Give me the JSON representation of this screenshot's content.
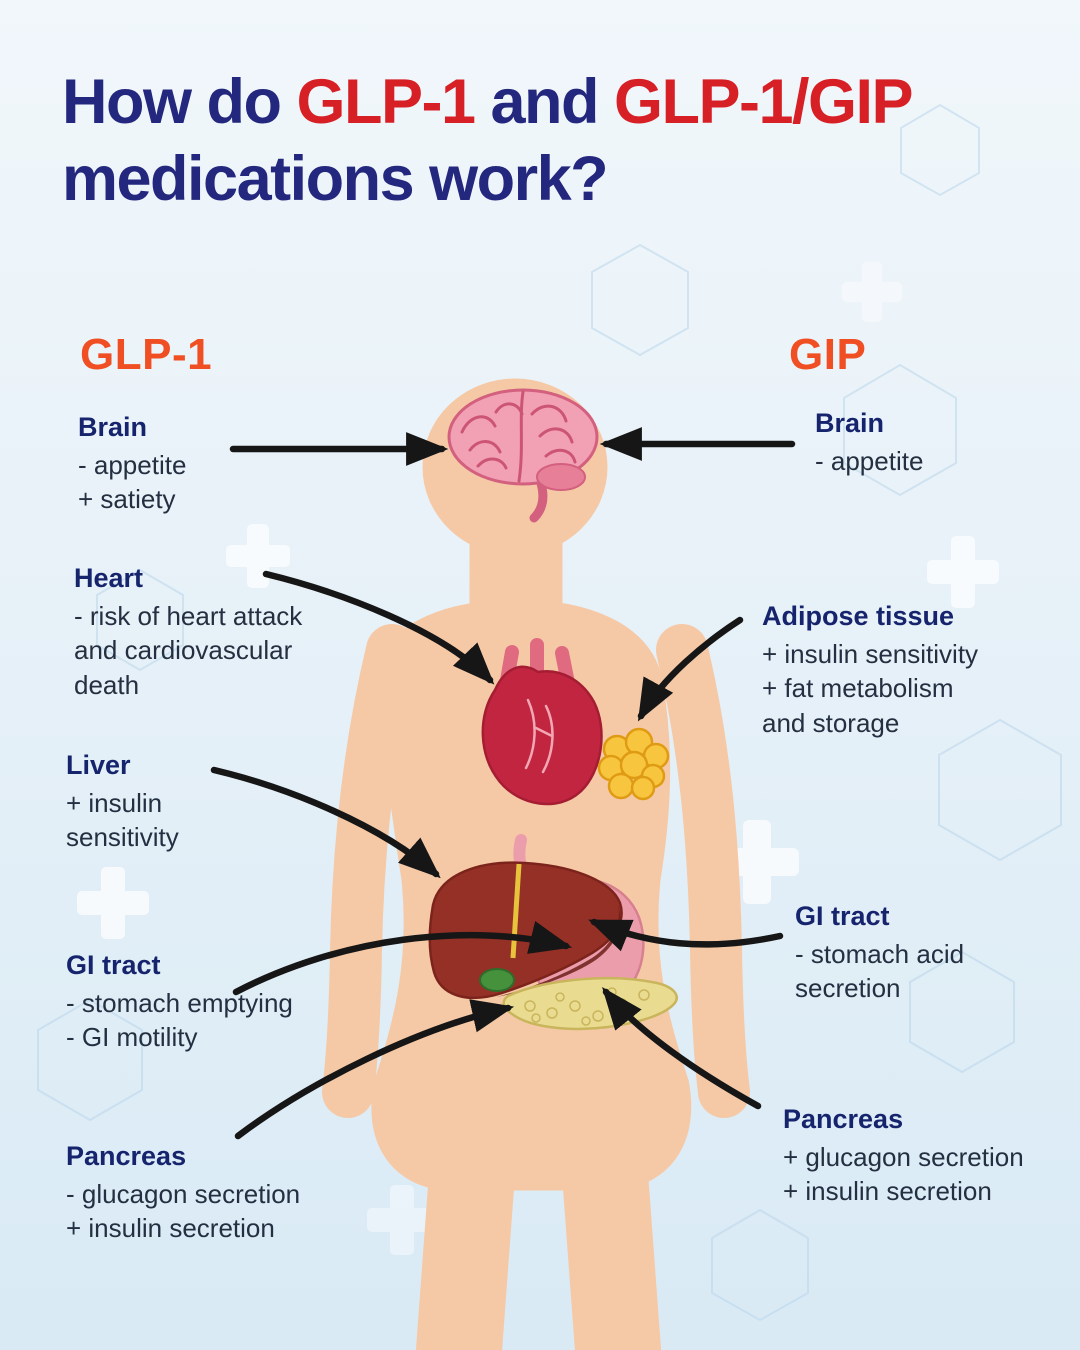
{
  "title": {
    "part1": "How do ",
    "part2": "GLP-1",
    "part3": " and ",
    "part4": "GLP-1/GIP",
    "line2": "medications work?"
  },
  "columns": {
    "left_header": "GLP-1",
    "right_header": "GIP"
  },
  "left_annotations": [
    {
      "organ": "Brain",
      "body": "- appetite\n+ satiety"
    },
    {
      "organ": "Heart",
      "body": "- risk of heart attack\nand cardiovascular\ndeath"
    },
    {
      "organ": "Liver",
      "body": "+ insulin\nsensitivity"
    },
    {
      "organ": "GI tract",
      "body": "- stomach emptying\n- GI motility"
    },
    {
      "organ": "Pancreas",
      "body": "- glucagon secretion\n+ insulin secretion"
    }
  ],
  "right_annotations": [
    {
      "organ": "Brain",
      "body": "- appetite"
    },
    {
      "organ": "Adipose tissue",
      "body": "+ insulin sensitivity\n+ fat metabolism\nand storage"
    },
    {
      "organ": "GI tract",
      "body": "- stomach acid\nsecretion"
    },
    {
      "organ": "Pancreas",
      "body": "+ glucagon secretion\n+ insulin secretion"
    }
  ],
  "colors": {
    "title_navy": "#23277e",
    "title_red": "#d71f26",
    "column_header_orange": "#f04f23",
    "annotation_header_navy": "#16246d",
    "annotation_body_text": "#243041",
    "background_top": "#f1f7fb",
    "background_bottom": "#d9eaf5",
    "skin": "#f6c9a6",
    "brain_pink": "#f2a0b4",
    "heart_red": "#c2253f",
    "adipose_yellow": "#f8c63e",
    "liver_brown": "#943026",
    "stomach_pink": "#ec9dac",
    "pancreas_yellow": "#e9db90",
    "gallbladder_green": "#45913c",
    "arrow_black": "#161616"
  }
}
